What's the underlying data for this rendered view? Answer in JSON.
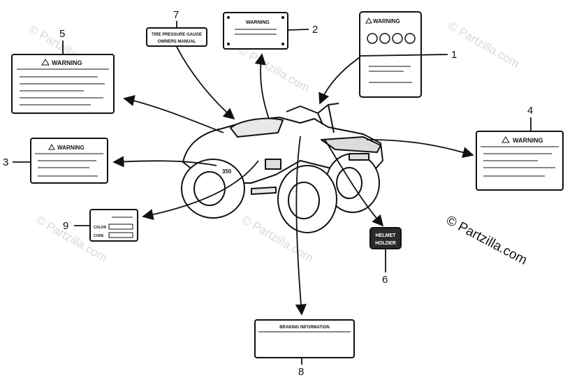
{
  "copyright": "© Partzilla.com",
  "watermark": "© Partzilla.com",
  "callouts": [
    "1",
    "2",
    "3",
    "4",
    "5",
    "6",
    "7",
    "8",
    "9"
  ],
  "labels": {
    "warning": "WARNING",
    "tire_line1": "TIRE PRESSURE GAUGE",
    "tire_line2": "OWNERS MANUAL",
    "helmet_line1": "HELMET",
    "helmet_line2": "HOLDER",
    "braking": "BRAKING INFORMATION",
    "color": "COLOR",
    "code": "CODE",
    "vehicle_badge": "350"
  }
}
